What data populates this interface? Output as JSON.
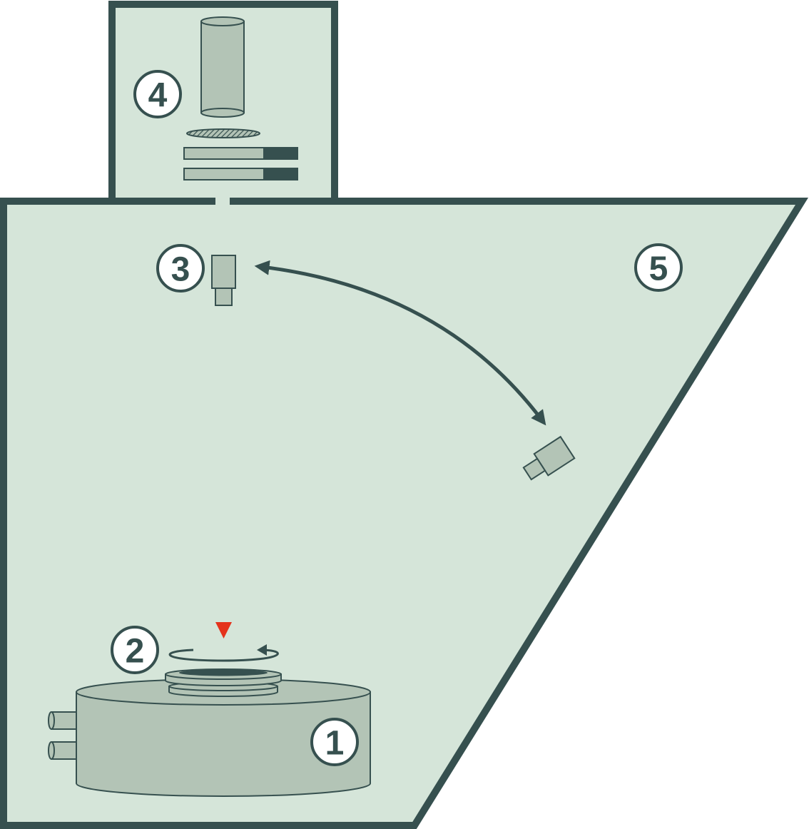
{
  "colors": {
    "outline": "#36504f",
    "chamber_fill": "#d5e5d9",
    "part_fill": "#b3c4b6",
    "badge_fill": "#ffffff",
    "beam_top": "#e8a89c",
    "beam_bottom": "#e4321b"
  },
  "callouts": {
    "stage": "1",
    "rotation": "2",
    "camera_top": "3",
    "filter_module": "4",
    "chamber": "5"
  },
  "icons": {
    "rotation_arrow": "rotate-arrow-icon",
    "swing_arrow": "double-headed-arc-arrow-icon",
    "beam": "dashed-down-arrow-icon"
  }
}
